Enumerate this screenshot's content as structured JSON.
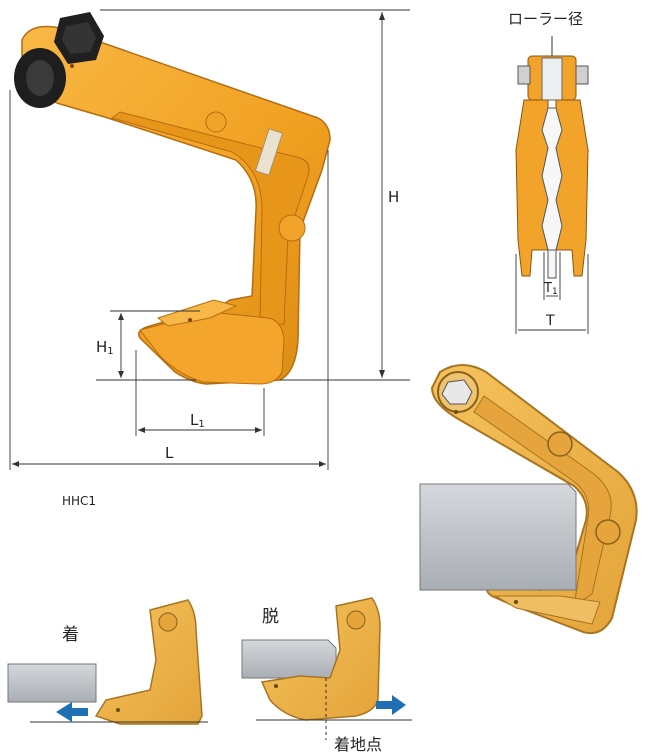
{
  "labels": {
    "roller_diameter": "ローラー径",
    "height": "H",
    "h1_main": "H",
    "h1_sub": "1",
    "l1_main": "L",
    "l1_sub": "1",
    "length": "L",
    "t1_main": "T",
    "t1_sub": "1",
    "thickness": "T",
    "model": "HHC1",
    "attach": "着",
    "detach": "脱",
    "landing_point": "着地点"
  },
  "colors": {
    "clamp_orange": "#F5A623",
    "clamp_outline": "#C7791A",
    "roller": "#1E1E1E",
    "steel_plate": "#BFC3C8",
    "arrow_blue": "#1F6FB5",
    "dim_line": "#333333"
  }
}
